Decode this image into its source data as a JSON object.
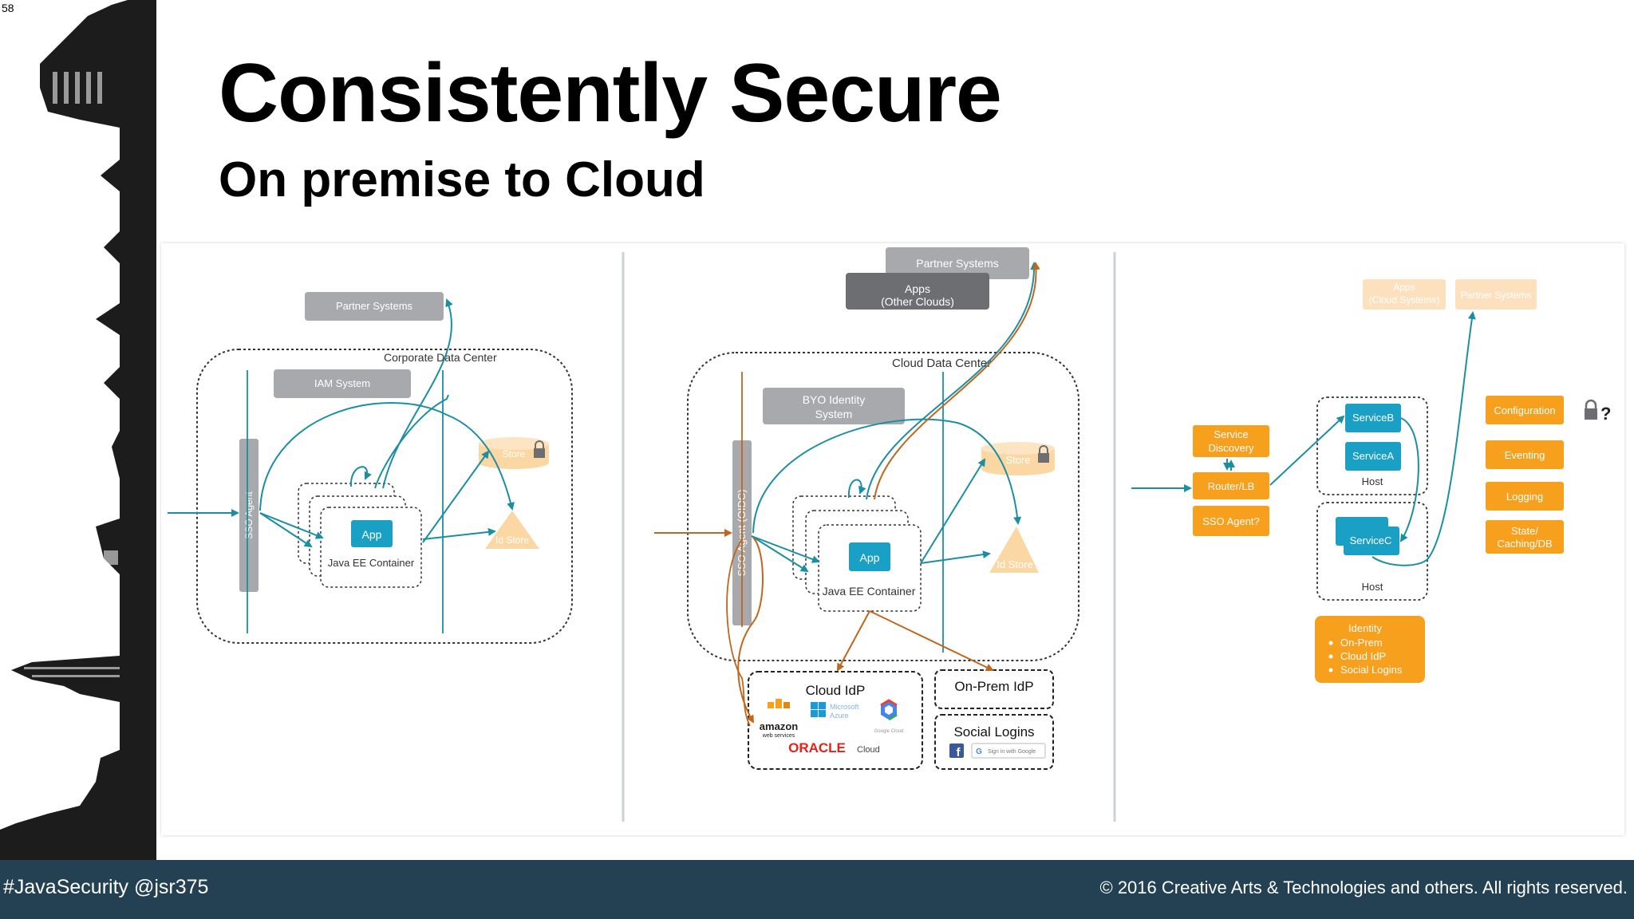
{
  "slide": {
    "number": "58",
    "title": "Consistently Secure",
    "subtitle": "On premise to Cloud"
  },
  "colors": {
    "footer_bg": "#234152",
    "teal": "#1a8fa3",
    "orange": "#f7a01e",
    "light_orange": "#fbd7a3",
    "gray_box": "#a7a9ac",
    "dark_gray_box": "#6d6e71",
    "app_blue": "#1aa0c4",
    "arrow_brown": "#c0661d"
  },
  "panel1": {
    "partner_systems": "Partner Systems",
    "corporate_dc": "Corporate Data Center",
    "iam_system": "IAM System",
    "sso_agent": "SSO Agent",
    "store": "Store",
    "app": "App",
    "container": "Java EE Container",
    "id_store": "Id Store"
  },
  "panel2": {
    "partner_systems": "Partner Systems",
    "apps_line1": "Apps",
    "apps_line2": "(Other Clouds)",
    "cloud_dc": "Cloud Data Center",
    "byo_line1": "BYO Identity",
    "byo_line2": "System",
    "sso_agent": "SSO Agent (OIDC)",
    "store": "Store",
    "app": "App",
    "container": "Java EE Container",
    "id_store": "Id Store",
    "cloud_idp": "Cloud IdP",
    "amazon": "amazon",
    "amazon_sub": "web services",
    "microsoft": "Microsoft",
    "azure": "Azure",
    "google_cloud": "Google Cloud",
    "oracle": "ORACLE",
    "oracle_cloud": "Cloud",
    "onprem_idp": "On-Prem IdP",
    "social_logins": "Social Logins",
    "google_signin": "Sign in with Google"
  },
  "panel3": {
    "apps_line1": "Apps",
    "apps_line2": "(Cloud Systems)",
    "partner_systems": "Partner Systems",
    "service_discovery_1": "Service",
    "service_discovery_2": "Discovery",
    "router": "Router/LB",
    "sso_agent": "SSO Agent?",
    "service_b": "ServiceB",
    "service_a": "ServiceA",
    "host1": "Host",
    "service_c": "ServiceC",
    "host2": "Host",
    "configuration": "Configuration",
    "eventing": "Eventing",
    "logging": "Logging",
    "state_1": "State/",
    "state_2": "Caching/DB",
    "question": "?",
    "identity_title": "Identity",
    "identity_items": [
      "On-Prem",
      "Cloud IdP",
      "Social Logins"
    ]
  },
  "footer": {
    "left": "#JavaSecurity @jsr375",
    "right": "© 2016 Creative Arts & Technologies and others. All rights reserved."
  }
}
